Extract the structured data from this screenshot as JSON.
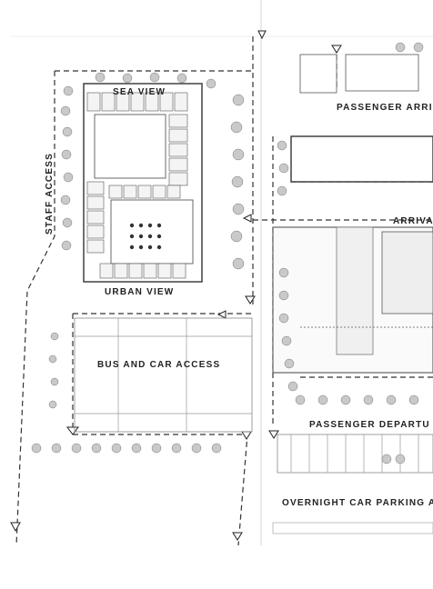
{
  "labels": {
    "sea_view": "SEA VIEW",
    "urban_view": "URBAN VIEW",
    "staff_access": "STAFF ACCESS",
    "bus_car_access": "BUS AND CAR ACCESS",
    "passenger_arrivals": "PASSENGER ARRI",
    "arrivals": "ARRIVA",
    "passenger_departures": "PASSENGER DEPARTU",
    "overnight_parking": "OVERNIGHT CAR PARKING A"
  },
  "colors": {
    "ink": "#333333",
    "tree": "#c9c9c9",
    "room": "#f4f4f4"
  }
}
